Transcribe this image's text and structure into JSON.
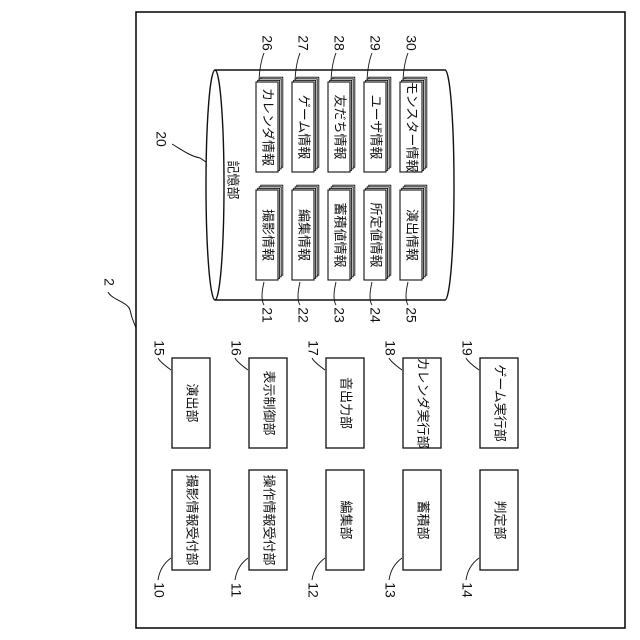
{
  "figure": {
    "device_ref": "2",
    "storage": {
      "ref": "20",
      "label": "記憶部",
      "top_row": [
        {
          "ref": "26",
          "label": "カレンダ情報"
        },
        {
          "ref": "27",
          "label": "ゲーム情報"
        },
        {
          "ref": "28",
          "label": "友だち情報"
        },
        {
          "ref": "29",
          "label": "ユーザ情報"
        },
        {
          "ref": "30",
          "label": "モンスター情報"
        }
      ],
      "bottom_row": [
        {
          "ref": "21",
          "label": "撮影情報"
        },
        {
          "ref": "22",
          "label": "編集情報"
        },
        {
          "ref": "23",
          "label": "蓄積値情報"
        },
        {
          "ref": "24",
          "label": "所定値情報"
        },
        {
          "ref": "25",
          "label": "演出情報"
        }
      ]
    },
    "units_top": [
      {
        "ref": "15",
        "label": "演出部"
      },
      {
        "ref": "16",
        "label": "表示制御部"
      },
      {
        "ref": "17",
        "label": "音出力部"
      },
      {
        "ref": "18",
        "label": "カレンダ実行部"
      },
      {
        "ref": "19",
        "label": "ゲーム実行部"
      }
    ],
    "units_bottom": [
      {
        "ref": "10",
        "label": "撮影情報受付部"
      },
      {
        "ref": "11",
        "label": "操作情報受付部"
      },
      {
        "ref": "12",
        "label": "編集部"
      },
      {
        "ref": "13",
        "label": "蓄積部"
      },
      {
        "ref": "14",
        "label": "判定部"
      }
    ]
  }
}
